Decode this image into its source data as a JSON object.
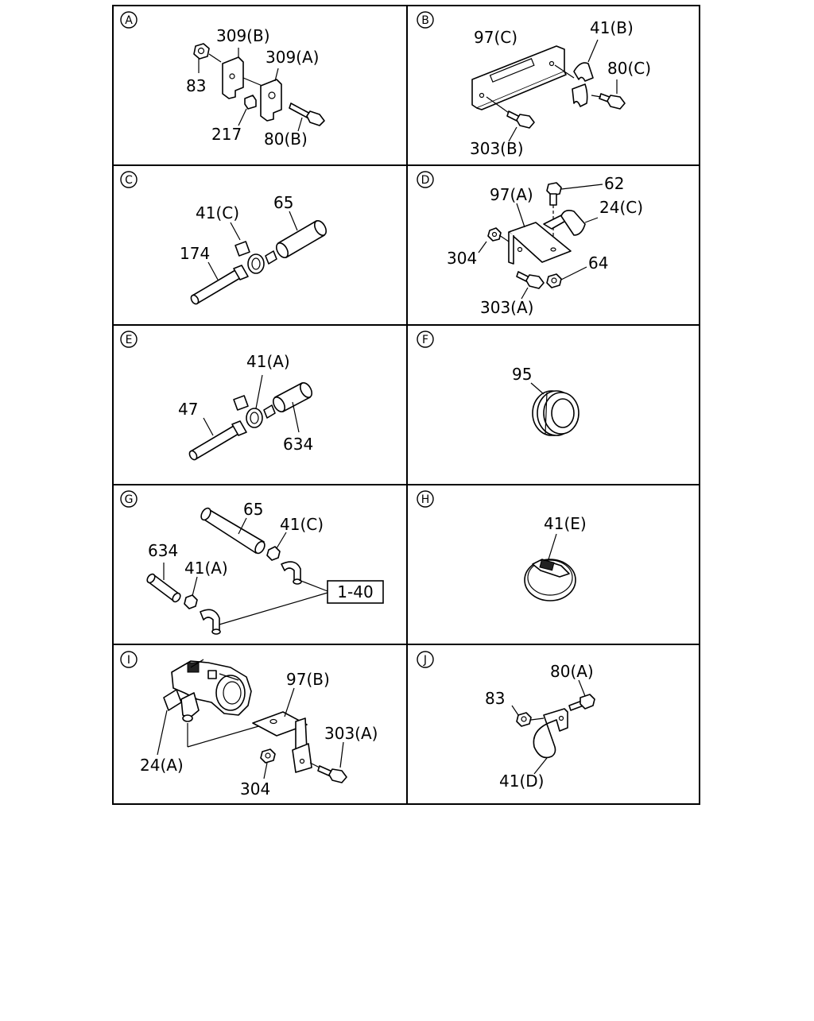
{
  "panels": [
    {
      "key": "A",
      "letter": "A",
      "labels": [
        "309(B)",
        "309(A)",
        "83",
        "217",
        "80(B)"
      ]
    },
    {
      "key": "B",
      "letter": "B",
      "labels": [
        "97(C)",
        "41(B)",
        "80(C)",
        "303(B)"
      ]
    },
    {
      "key": "C",
      "letter": "C",
      "labels": [
        "41(C)",
        "65",
        "174"
      ]
    },
    {
      "key": "D",
      "letter": "D",
      "labels": [
        "62",
        "97(A)",
        "24(C)",
        "304",
        "64",
        "303(A)"
      ]
    },
    {
      "key": "E",
      "letter": "E",
      "labels": [
        "41(A)",
        "47",
        "634"
      ]
    },
    {
      "key": "F",
      "letter": "F",
      "labels": [
        "95"
      ]
    },
    {
      "key": "G",
      "letter": "G",
      "labels": [
        "65",
        "41(C)",
        "634",
        "41(A)",
        "1-40"
      ]
    },
    {
      "key": "H",
      "letter": "H",
      "labels": [
        "41(E)"
      ]
    },
    {
      "key": "I",
      "letter": "I",
      "labels": [
        "97(B)",
        "303(A)",
        "24(A)",
        "304"
      ]
    },
    {
      "key": "J",
      "letter": "J",
      "labels": [
        "80(A)",
        "83",
        "41(D)"
      ]
    }
  ]
}
